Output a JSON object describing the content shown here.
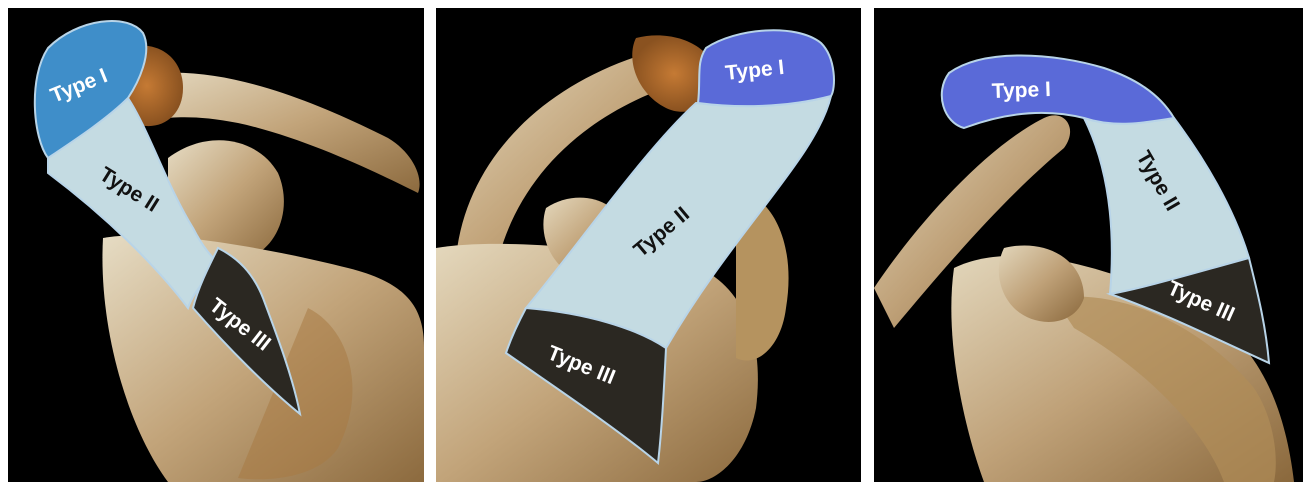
{
  "panels": [
    {
      "labels": {
        "type1": "Type I",
        "type2": "Type II",
        "type3": "Type III"
      }
    },
    {
      "labels": {
        "type1": "Type I",
        "type2": "Type II",
        "type3": "Type III"
      }
    },
    {
      "labels": {
        "type1": "Type I",
        "type2": "Type II",
        "type3": "Type III"
      }
    }
  ],
  "colors": {
    "background": "#000000",
    "bone_light": "#d9ccb0",
    "bone_mid": "#b59a6c",
    "bone_rust": "#b06a2a",
    "type1_fill_panel1": "#3f8ec9",
    "type1_fill": "#5a6ad8",
    "type2_fill": "#c4dbe2",
    "type3_fill": "#2b2822",
    "outline": "#b8d4e8"
  }
}
